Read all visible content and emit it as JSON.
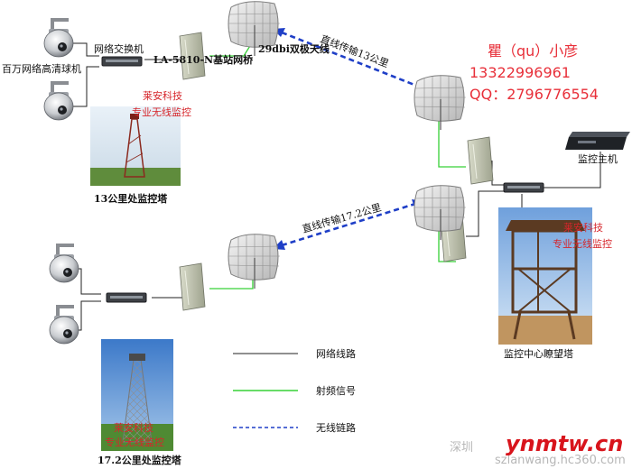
{
  "labels": {
    "camera_hd": "百万网络高清球机",
    "switch_top": "网络交换机",
    "base_bridge": "LA-5810-N基站网桥",
    "antenna_29dbi": "29dbi双极天线",
    "link_13": "直线传输13公里",
    "link_172": "直线传输17.2公里",
    "monitor_host": "监控主机",
    "tower_13": "13公里处监控塔",
    "tower_172": "17.2公里处监控塔",
    "tower_center": "监控中心瞭望塔"
  },
  "branding": {
    "company_a": "莱安科技",
    "company_b": "专业无线监控"
  },
  "contact": {
    "name": "瞿（qu）小彦",
    "phone": "13322996961",
    "qq": "QQ：2796776554"
  },
  "legend": {
    "network_line": "网络线路",
    "rf_signal": "射频信号",
    "wireless_link": "无线链路"
  },
  "watermark": {
    "site": "ynmtw.cn",
    "prefix": "深圳",
    "suffix": "szlanwang.hc360.com"
  },
  "colors": {
    "network_line": "#222222",
    "rf_signal": "#37d037",
    "wireless_link": "#1f3fc7",
    "brand_red": "#d6262b"
  }
}
